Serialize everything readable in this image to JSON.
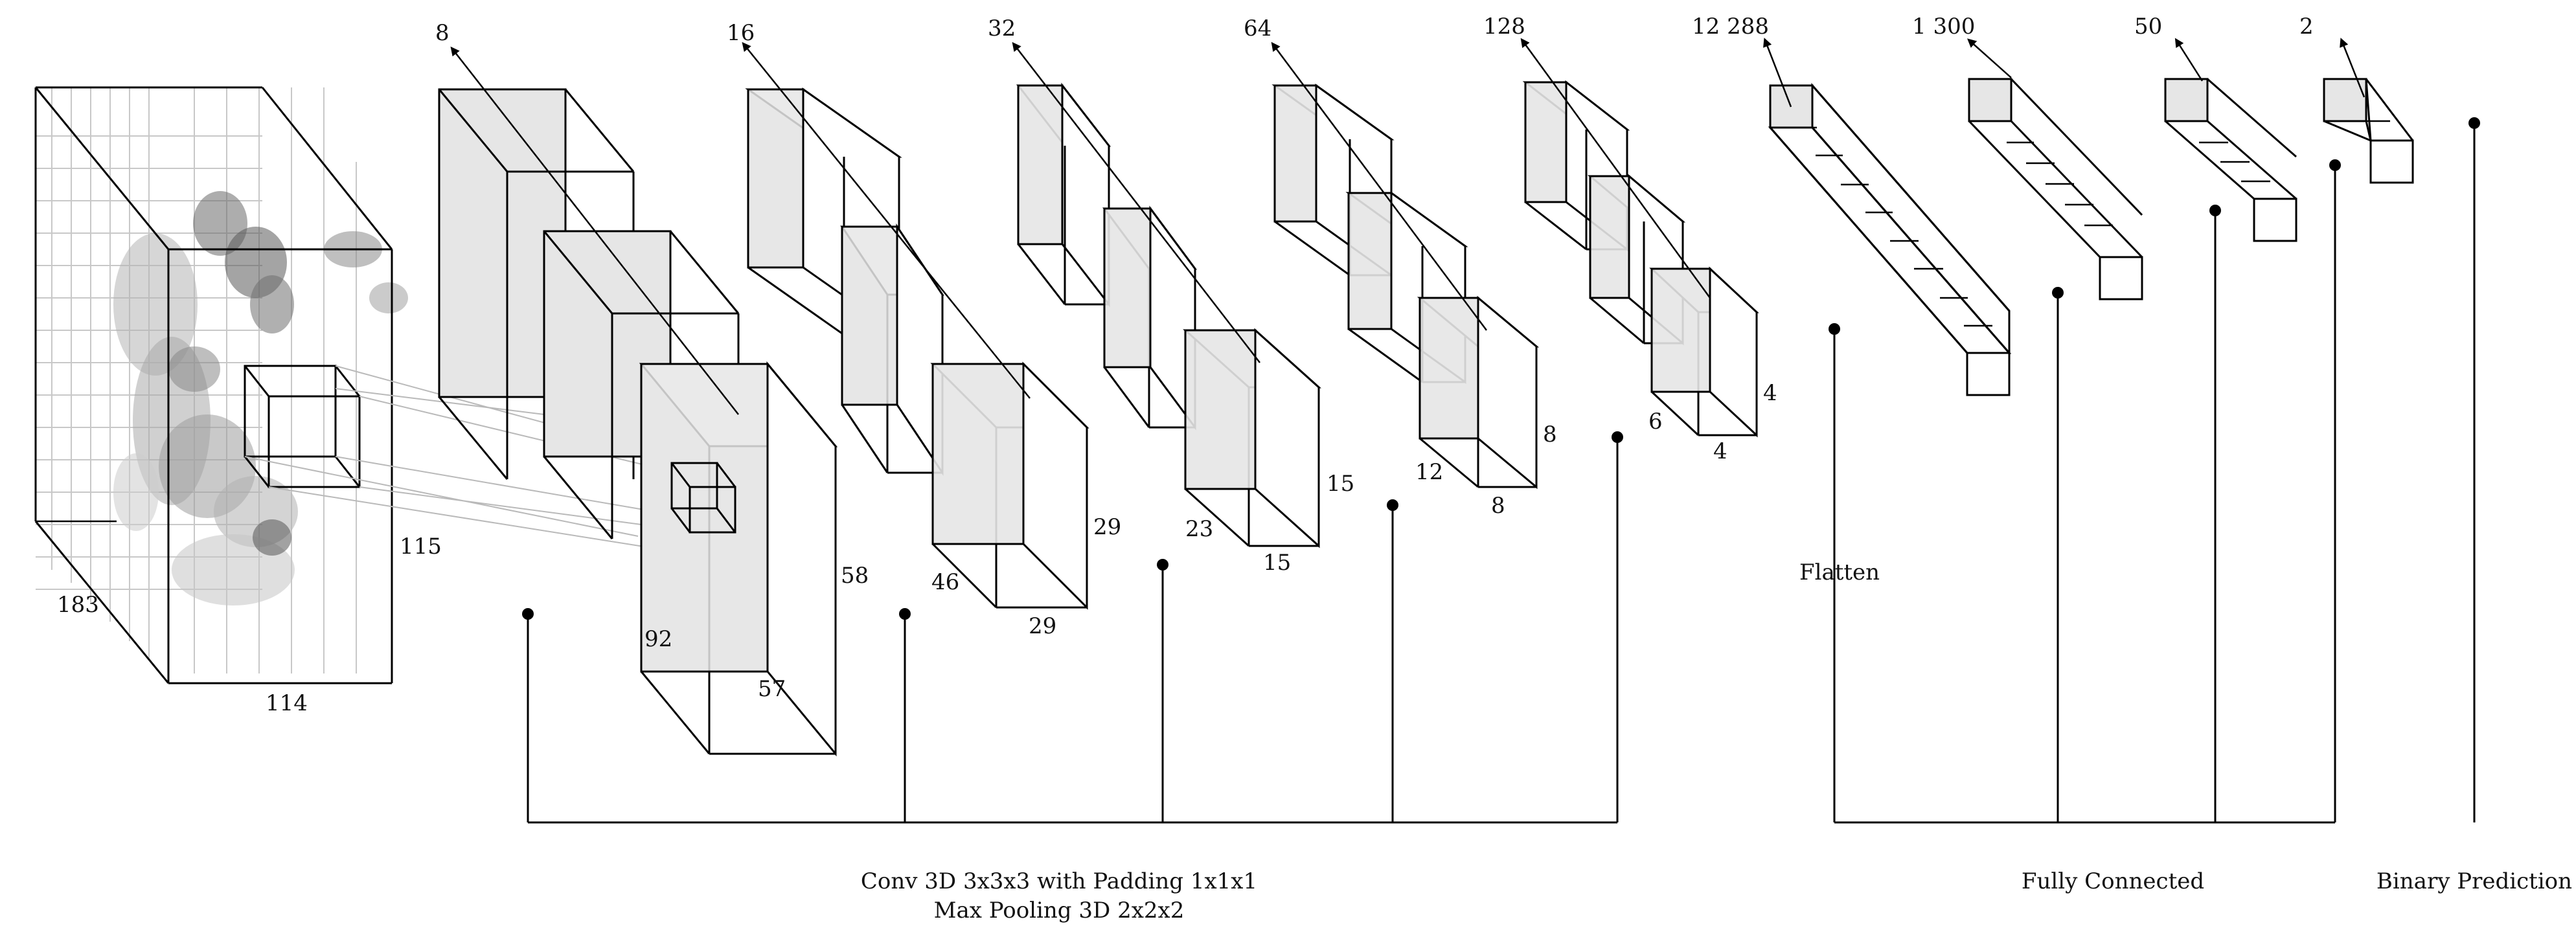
{
  "input": {
    "depth_label": "183",
    "width_label": "114",
    "height_label": "115"
  },
  "conv_layers": [
    {
      "channels": "8",
      "h": "58",
      "w": "57",
      "d": "92"
    },
    {
      "channels": "16",
      "h": "29",
      "w": "29",
      "d": "46"
    },
    {
      "channels": "32",
      "h": "15",
      "w": "15",
      "d": "23"
    },
    {
      "channels": "64",
      "h": "8",
      "w": "8",
      "d": "12"
    },
    {
      "channels": "128",
      "h": "4",
      "w": "4",
      "d": "6"
    }
  ],
  "dense_layers": [
    {
      "units": "12 288"
    },
    {
      "units": "1 300"
    },
    {
      "units": "50"
    },
    {
      "units": "2"
    }
  ],
  "captions": {
    "conv_line1": "Conv 3D 3x3x3 with Padding 1x1x1",
    "conv_line2": "Max Pooling 3D 2x2x2",
    "flatten": "Flatten",
    "fully_connected": "Fully Connected",
    "binary_prediction": "Binary Prediction"
  },
  "colors": {
    "face_fill": "#e6e6e6",
    "line": "#000000",
    "grid": "#c8c8c8"
  }
}
